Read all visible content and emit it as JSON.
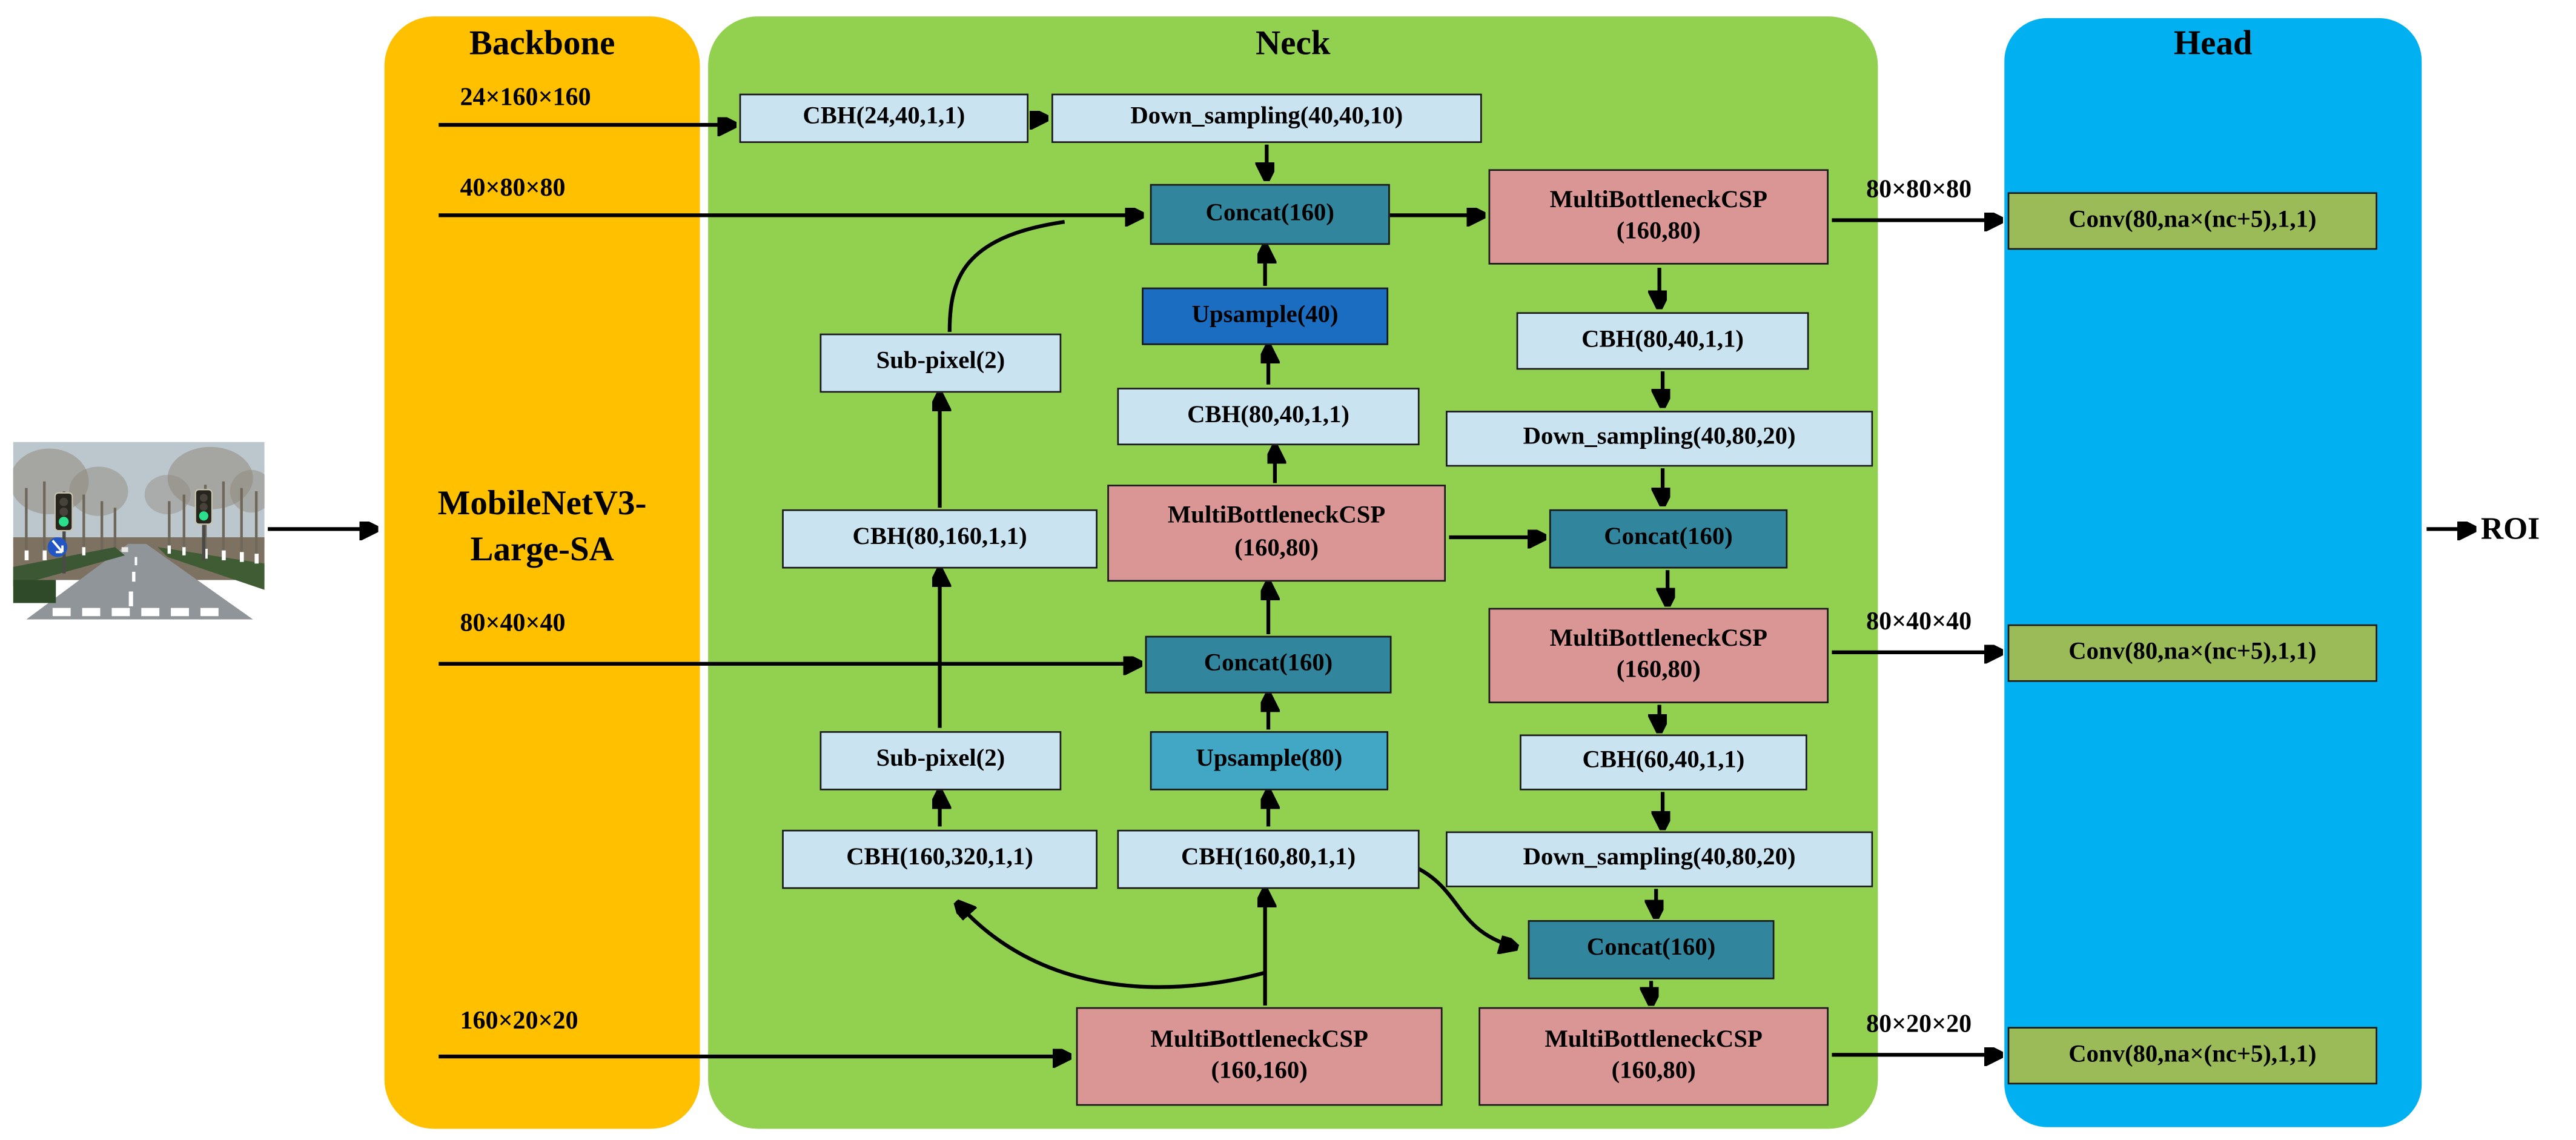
{
  "colors": {
    "backbone": "#FFC000",
    "neck": "#92D050",
    "head": "#00B0F0",
    "node_light": "#C9E3F0",
    "node_teal": "#31859C",
    "node_blue_dark": "#1B6DC1",
    "node_blue_mid": "#42A6C5",
    "node_salmon": "#D99694",
    "node_olive": "#9BBB59",
    "arrow": "#000000"
  },
  "panels": {
    "backbone_title": "Backbone",
    "neck_title": "Neck",
    "head_title": "Head"
  },
  "backbone": {
    "model_label": "MobileNetV3-\nLarge-SA"
  },
  "input_image": {
    "alt": "road scene with bare roadside trees and green traffic lights"
  },
  "feature_maps_left": [
    "24×160×160",
    "40×80×80",
    "80×40×40",
    "160×20×20"
  ],
  "feature_maps_right": [
    "80×80×80",
    "80×40×40",
    "80×20×20"
  ],
  "output": {
    "label": "ROI"
  },
  "nodes": {
    "cbh24": {
      "label": "CBH(24,40,1,1)"
    },
    "ds_top": {
      "label": "Down_sampling(40,40,10)"
    },
    "concat_top": {
      "label": "Concat(160)"
    },
    "mbcsp_top": {
      "label": "MultiBottleneckCSP\n(160,80)"
    },
    "upsample40": {
      "label": "Upsample(40)"
    },
    "cbh_80_40_a": {
      "label": "CBH(80,40,1,1)"
    },
    "subpixel_top": {
      "label": "Sub-pixel(2)"
    },
    "cbh_80_40_b": {
      "label": "CBH(80,40,1,1)"
    },
    "ds_mid": {
      "label": "Down_sampling(40,80,20)"
    },
    "cbh_80_160": {
      "label": "CBH(80,160,1,1)"
    },
    "mbcsp_mid": {
      "label": "MultiBottleneckCSP\n(160,80)"
    },
    "concat_right": {
      "label": "Concat(160)"
    },
    "mbcsp_right": {
      "label": "MultiBottleneckCSP\n(160,80)"
    },
    "concat_mid": {
      "label": "Concat(160)"
    },
    "subpixel_bot": {
      "label": "Sub-pixel(2)"
    },
    "upsample80": {
      "label": "Upsample(80)"
    },
    "cbh_60_40": {
      "label": "CBH(60,40,1,1)"
    },
    "cbh_160_320": {
      "label": "CBH(160,320,1,1)"
    },
    "cbh_160_80": {
      "label": "CBH(160,80,1,1)"
    },
    "ds_bot": {
      "label": "Down_sampling(40,80,20)"
    },
    "concat_bot": {
      "label": "Concat(160)"
    },
    "mbcsp_160_160": {
      "label": "MultiBottleneckCSP\n(160,160)"
    },
    "mbcsp_bot": {
      "label": "MultiBottleneckCSP\n(160,80)"
    },
    "conv_top": {
      "label": "Conv(80,na×(nc+5),1,1)"
    },
    "conv_mid": {
      "label": "Conv(80,na×(nc+5),1,1)"
    },
    "conv_bot": {
      "label": "Conv(80,na×(nc+5),1,1)"
    }
  }
}
